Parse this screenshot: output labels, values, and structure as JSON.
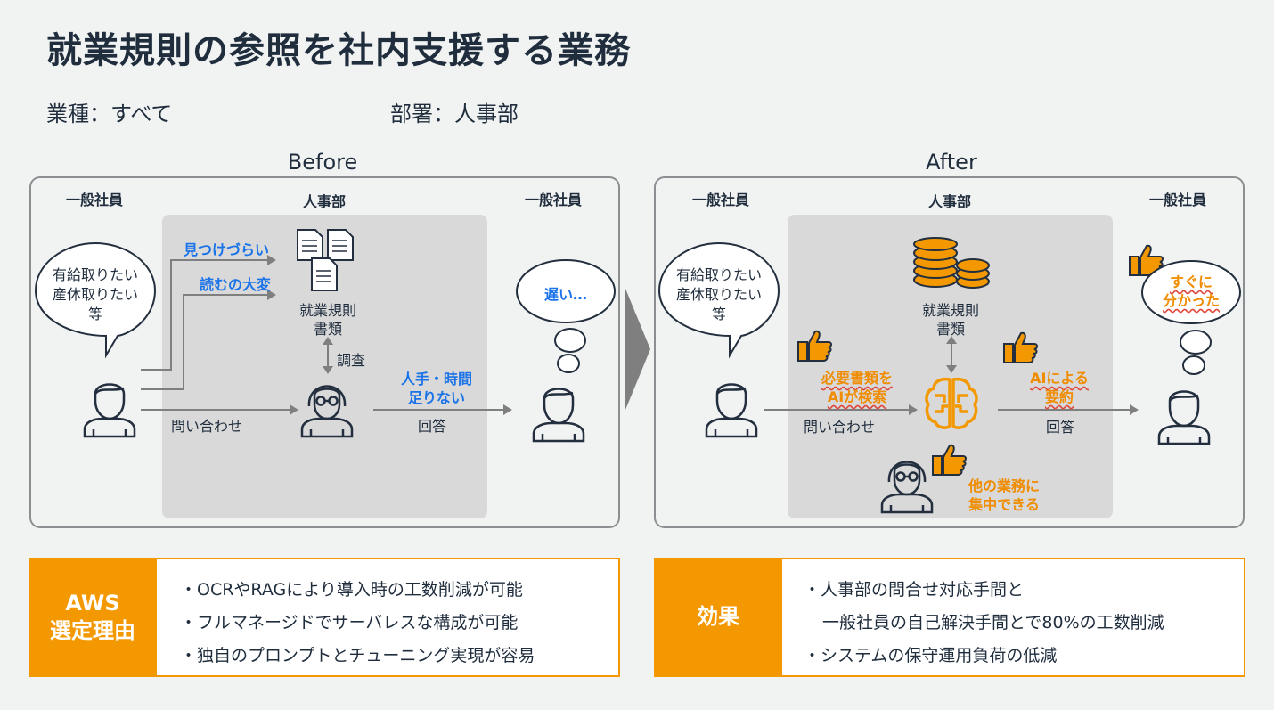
{
  "title": "就業規則の参照を社内支援する業務",
  "industry": "業種：すべて",
  "department": "部署：人事部",
  "before": {
    "heading": "Before",
    "role_left": "一般社員",
    "role_center": "人事部",
    "role_right": "一般社員",
    "speech": [
      "有給取りたい",
      "産休取りたい",
      "等"
    ],
    "issue1": "見つけづらい",
    "issue2": "読むの大変",
    "docs_label": [
      "就業規則",
      "書類"
    ],
    "investigate": "調査",
    "inquiry": "問い合わせ",
    "shortage": [
      "人手・時間",
      "足りない"
    ],
    "answer": "回答",
    "thought": "遅い…"
  },
  "after": {
    "heading": "After",
    "role_left": "一般社員",
    "role_center": "人事部",
    "role_right": "一般社員",
    "speech": [
      "有給取りたい",
      "産休取りたい",
      "等"
    ],
    "docs_label": [
      "就業規則",
      "書類"
    ],
    "search": [
      "必要書類を",
      "AIが検索"
    ],
    "summary": [
      "AIによる",
      "要約"
    ],
    "inquiry": "問い合わせ",
    "answer": "回答",
    "focus": [
      "他の業務に",
      "集中できる"
    ],
    "thought": [
      "すぐに",
      "分かった"
    ]
  },
  "reason": {
    "label": [
      "AWS",
      "選定理由"
    ],
    "items": [
      "・OCRやRAGにより導入時の工数削減が可能",
      "・フルマネージドでサーバレスな構成が可能",
      "・独自のプロンプトとチューニング実現が容易"
    ]
  },
  "effect": {
    "label": "効果",
    "items": [
      "・人事部の問合せ対応手間と",
      "一般社員の自己解決手間とで80%の工数削減",
      "・システムの保守運用負荷の低減"
    ]
  },
  "colors": {
    "accent": "#f39800",
    "blue_text": "#1a73e8",
    "ai_orange": "#f08c00"
  },
  "icons": [
    "person-icon",
    "person-glasses-icon",
    "document-icon",
    "database-icon",
    "brain-icon",
    "thumbs-up-icon",
    "chevron-right-icon"
  ]
}
